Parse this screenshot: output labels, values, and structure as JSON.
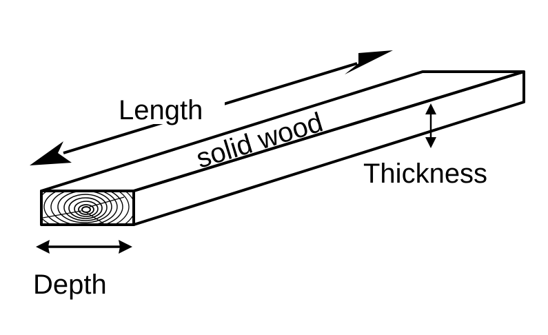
{
  "diagram": {
    "labels": {
      "length": "Length",
      "material": "solid wood",
      "thickness": "Thickness",
      "depth": "Depth"
    },
    "colors": {
      "stroke": "#000000",
      "background": "#ffffff"
    },
    "icons": {
      "length_arrow": "double-headed-diagonal-arrow",
      "thickness_arrow": "double-headed-vertical-arrow",
      "depth_arrow": "double-headed-horizontal-arrow",
      "end_grain": "tree-ring-end-grain"
    }
  }
}
